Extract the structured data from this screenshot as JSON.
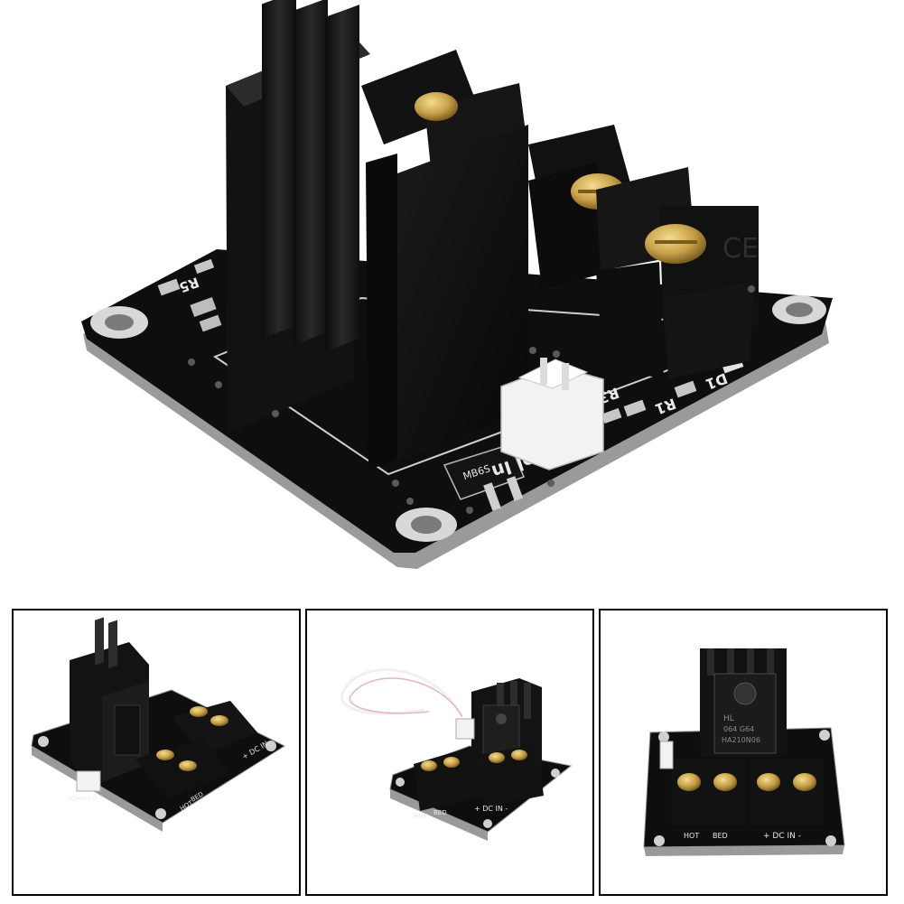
{
  "hero": {
    "labels": {
      "r5": "R5",
      "r3": "R3",
      "r1": "R1",
      "d1": "D1",
      "control_in": "eControl In",
      "mb6s": "MB6S",
      "ce": "CE"
    }
  },
  "thumbs": [
    {
      "labels": {
        "dc_in": "+ DC IN -",
        "bed": "BED",
        "hot": "HOT",
        "control_in": "eControl In"
      }
    },
    {
      "labels": {
        "hot": "HOT",
        "bed": "BED",
        "dc_in": "+ DC IN -"
      }
    },
    {
      "labels": {
        "hot": "HOT",
        "bed": "BED",
        "dc_in": "+ DC IN -",
        "chip_hl": "HL",
        "chip_code": "064  G64",
        "chip_part": "HA210N06"
      }
    }
  ],
  "colors": {
    "pcb": "#0e0e0e",
    "heatsink": "#1a1a1a",
    "brass": "#c9a24a",
    "connector": "#f2f2f2"
  }
}
